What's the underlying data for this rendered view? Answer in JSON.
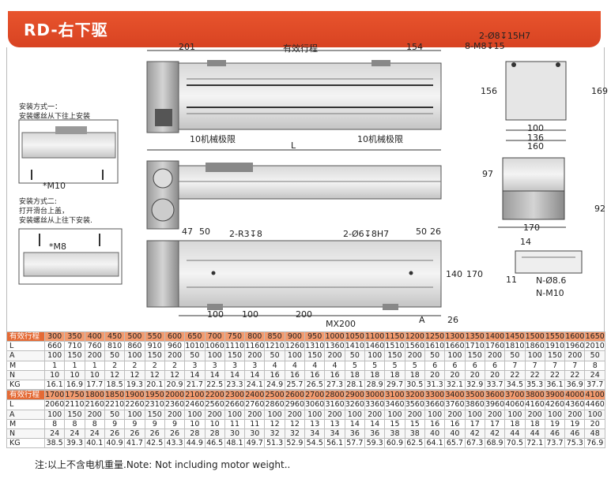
{
  "title": "RD-右下驱",
  "top_view": {
    "dim_left": "201",
    "dim_stroke": "有效行程",
    "dim_right": "154",
    "limit_left": "10机械极限",
    "limit_right": "10机械极限",
    "dim_L": "L"
  },
  "mount": {
    "method1_title": "安装方式一：",
    "method1_desc": "安装螺丝从下往上安装",
    "method1_screw": "*M10",
    "method2_title": "安装方式二:",
    "method2_desc1": "打开滑台上盖，",
    "method2_desc2": "安装螺丝从上往下安装.",
    "method2_screw": "*M8"
  },
  "end_view": {
    "hole_spec1": "2-Ø8↧15H7",
    "hole_spec2": "8-M8↧15",
    "height_left": "156",
    "height_right": "169",
    "w1": "100",
    "w2": "136",
    "w3": "160"
  },
  "side_view2": {
    "h1": "97",
    "h2": "92",
    "w": "170"
  },
  "bottom_view": {
    "d47": "47",
    "d50": "50",
    "r3": "2-R3↧8",
    "pin": "2-Ø6↧8H7",
    "d50b": "50",
    "d26": "26",
    "d140": "140",
    "d170": "170",
    "d100a": "100",
    "d100b": "100",
    "d200": "200",
    "mx200": "MX200",
    "a": "A",
    "d26b": "26"
  },
  "slot_view": {
    "d14": "14",
    "d11": "11",
    "n1": "N-Ø8.6",
    "n2": "N-M10"
  },
  "table1": {
    "rows": [
      [
        "有效行程",
        "300",
        "350",
        "400",
        "450",
        "500",
        "550",
        "600",
        "650",
        "700",
        "750",
        "800",
        "850",
        "900",
        "950",
        "1000",
        "1050",
        "1100",
        "1150",
        "1200",
        "1250",
        "1300",
        "1350",
        "1400",
        "1450",
        "1500",
        "1550",
        "1600",
        "1650"
      ],
      [
        "L",
        "660",
        "710",
        "760",
        "810",
        "860",
        "910",
        "960",
        "1010",
        "1060",
        "1110",
        "1160",
        "1210",
        "1260",
        "1310",
        "1360",
        "1410",
        "1460",
        "1510",
        "1560",
        "1610",
        "1660",
        "1710",
        "1760",
        "1810",
        "1860",
        "1910",
        "1960",
        "2010"
      ],
      [
        "A",
        "100",
        "150",
        "200",
        "50",
        "100",
        "150",
        "200",
        "50",
        "100",
        "150",
        "200",
        "50",
        "100",
        "150",
        "200",
        "50",
        "100",
        "150",
        "200",
        "50",
        "100",
        "150",
        "200",
        "50",
        "100",
        "150",
        "200",
        "50"
      ],
      [
        "M",
        "1",
        "1",
        "1",
        "2",
        "2",
        "2",
        "2",
        "3",
        "3",
        "3",
        "3",
        "4",
        "4",
        "4",
        "4",
        "5",
        "5",
        "5",
        "5",
        "6",
        "6",
        "6",
        "6",
        "7",
        "7",
        "7",
        "7",
        "8"
      ],
      [
        "N",
        "10",
        "10",
        "10",
        "12",
        "12",
        "12",
        "12",
        "14",
        "14",
        "14",
        "14",
        "16",
        "16",
        "16",
        "16",
        "18",
        "18",
        "18",
        "18",
        "20",
        "20",
        "20",
        "20",
        "22",
        "22",
        "22",
        "22",
        "24"
      ],
      [
        "KG",
        "16.1",
        "16.9",
        "17.7",
        "18.5",
        "19.3",
        "20.1",
        "20.9",
        "21.7",
        "22.5",
        "23.3",
        "24.1",
        "24.9",
        "25.7",
        "26.5",
        "27.3",
        "28.1",
        "28.9",
        "29.7",
        "30.5",
        "31.3",
        "32.1",
        "32.9",
        "33.7",
        "34.5",
        "35.3",
        "36.1",
        "36.9",
        "37.7"
      ]
    ]
  },
  "table2": {
    "rows": [
      [
        "有效行程",
        "1700",
        "1750",
        "1800",
        "1850",
        "1900",
        "1950",
        "2000",
        "2100",
        "2200",
        "2300",
        "2400",
        "2500",
        "2600",
        "2700",
        "2800",
        "2900",
        "3000",
        "3100",
        "3200",
        "3300",
        "3400",
        "3500",
        "3600",
        "3700",
        "3800",
        "3900",
        "4000",
        "4100"
      ],
      [
        "L",
        "2060",
        "2110",
        "2160",
        "2210",
        "2260",
        "2310",
        "2360",
        "2460",
        "2560",
        "2660",
        "2760",
        "2860",
        "2960",
        "3060",
        "3160",
        "3260",
        "3360",
        "3460",
        "3560",
        "3660",
        "3760",
        "3860",
        "3960",
        "4060",
        "4160",
        "4260",
        "4360",
        "4460"
      ],
      [
        "A",
        "100",
        "150",
        "200",
        "50",
        "100",
        "150",
        "200",
        "100",
        "200",
        "100",
        "200",
        "100",
        "200",
        "100",
        "200",
        "100",
        "200",
        "100",
        "200",
        "100",
        "200",
        "100",
        "200",
        "100",
        "200",
        "100",
        "200",
        "100"
      ],
      [
        "M",
        "8",
        "8",
        "8",
        "9",
        "9",
        "9",
        "9",
        "10",
        "10",
        "11",
        "11",
        "12",
        "12",
        "13",
        "13",
        "14",
        "14",
        "15",
        "15",
        "16",
        "16",
        "17",
        "17",
        "18",
        "18",
        "19",
        "19",
        "20"
      ],
      [
        "N",
        "24",
        "24",
        "24",
        "26",
        "26",
        "26",
        "26",
        "28",
        "28",
        "30",
        "30",
        "32",
        "32",
        "34",
        "34",
        "36",
        "36",
        "38",
        "38",
        "40",
        "40",
        "42",
        "42",
        "44",
        "44",
        "46",
        "46",
        "48"
      ],
      [
        "KG",
        "38.5",
        "39.3",
        "40.1",
        "40.9",
        "41.7",
        "42.5",
        "43.3",
        "44.9",
        "46.5",
        "48.1",
        "49.7",
        "51.3",
        "52.9",
        "54.5",
        "56.1",
        "57.7",
        "59.3",
        "60.9",
        "62.5",
        "64.1",
        "65.7",
        "67.3",
        "68.9",
        "70.5",
        "72.1",
        "73.7",
        "75.3",
        "76.9"
      ]
    ]
  },
  "note": "注:以上不含电机重量.Note: Not including motor weight.."
}
